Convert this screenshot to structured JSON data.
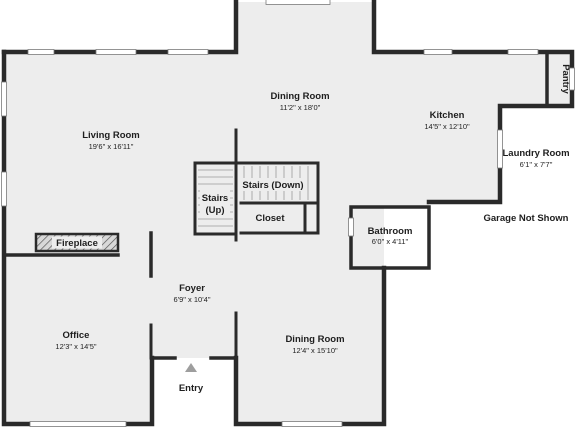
{
  "rooms": {
    "living_room": {
      "name": "Living Room",
      "dims": "19'6\" x 16'11\""
    },
    "dining_room_top": {
      "name": "Dining Room",
      "dims": "11'2\" x 18'0\""
    },
    "kitchen": {
      "name": "Kitchen",
      "dims": "14'5\" x 12'10\""
    },
    "pantry": {
      "name": "Pantry"
    },
    "laundry_room": {
      "name": "Laundry Room",
      "dims": "6'1\" x 7'7\""
    },
    "stairs_up": {
      "name_line1": "Stairs",
      "name_line2": "(Up)"
    },
    "stairs_down": {
      "name": "Stairs (Down)"
    },
    "closet": {
      "name": "Closet"
    },
    "bathroom": {
      "name": "Bathroom",
      "dims": "6'0\" x 4'11\""
    },
    "fireplace": {
      "name": "Fireplace"
    },
    "foyer": {
      "name": "Foyer",
      "dims": "6'9\" x 10'4\""
    },
    "office": {
      "name": "Office",
      "dims": "12'3\" x 14'5\""
    },
    "dining_room_bottom": {
      "name": "Dining Room",
      "dims": "12'4\" x 15'10\""
    },
    "entry": {
      "name": "Entry"
    }
  },
  "notes": {
    "garage": "Garage Not Shown"
  },
  "colors": {
    "floor": "#ededed",
    "wall": "#2a2a2a",
    "window": "#ffffff",
    "entry_marker": "#9e9e9e"
  }
}
